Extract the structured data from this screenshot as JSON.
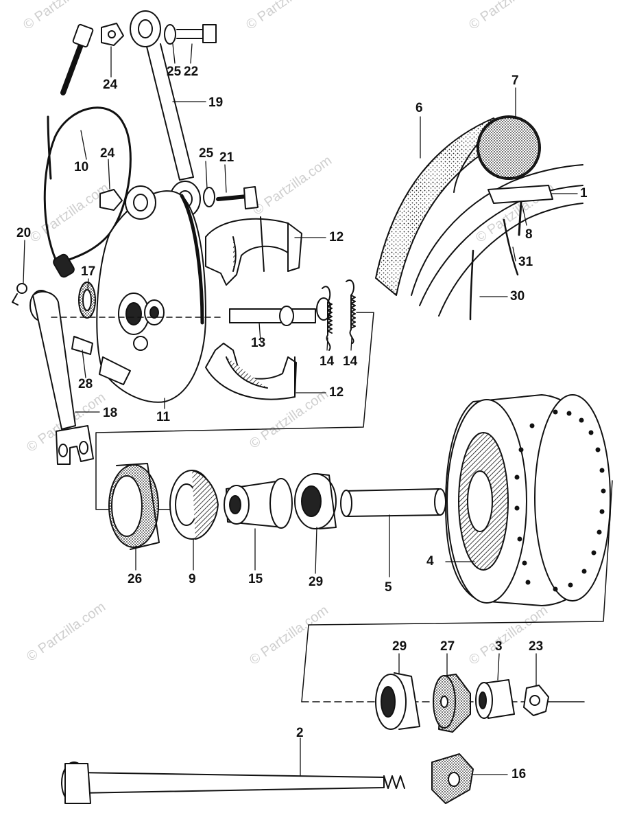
{
  "watermark": {
    "text": "© Partzilla.com",
    "color": "#cfcfcf"
  },
  "diagram": {
    "kind": "exploded parts diagram",
    "ink_color": "#111111",
    "callouts": {
      "p1": "1",
      "p2": "2",
      "p3": "3",
      "p4": "4",
      "p5": "5",
      "p6": "6",
      "p7": "7",
      "p8": "8",
      "p9": "9",
      "p10": "10",
      "p11": "11",
      "p12a": "12",
      "p12b": "12",
      "p13": "13",
      "p14a": "14",
      "p14b": "14",
      "p15": "15",
      "p16": "16",
      "p17": "17",
      "p18": "18",
      "p19": "19",
      "p20": "20",
      "p21": "21",
      "p22": "22",
      "p23": "23",
      "p24a": "24",
      "p24b": "24",
      "p25a": "25",
      "p25b": "25",
      "p26": "26",
      "p27": "27",
      "p28": "28",
      "p29a": "29",
      "p29b": "29",
      "p30": "30",
      "p31": "31"
    }
  }
}
